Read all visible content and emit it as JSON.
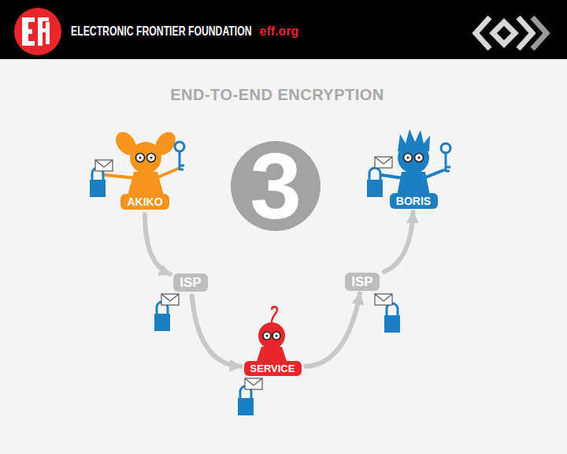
{
  "diagram": {
    "title": "END-TO-END ENCRYPTION",
    "nodes": [
      {
        "text": [
          "AKIKO"
        ]
      },
      {
        "text": [
          "3"
        ]
      },
      {
        "text": [
          "BORIS"
        ]
      },
      {
        "text": [
          "ISP"
        ]
      },
      {
        "text": [
          "ISP"
        ]
      },
      {
        "text": [
          "SERVICE"
        ]
      }
    ],
    "edges": [
      {
        "from": 0,
        "to": 3,
        "arrow": "to"
      },
      {
        "from": 3,
        "to": 5,
        "arrow": "to"
      },
      {
        "from": 5,
        "to": 4,
        "arrow": "to"
      },
      {
        "from": 4,
        "to": 2,
        "arrow": "to"
      }
    ],
    "labels": [
      "ELECTRONIC FRONTIER FOUNDATION",
      "eff.org"
    ]
  }
}
